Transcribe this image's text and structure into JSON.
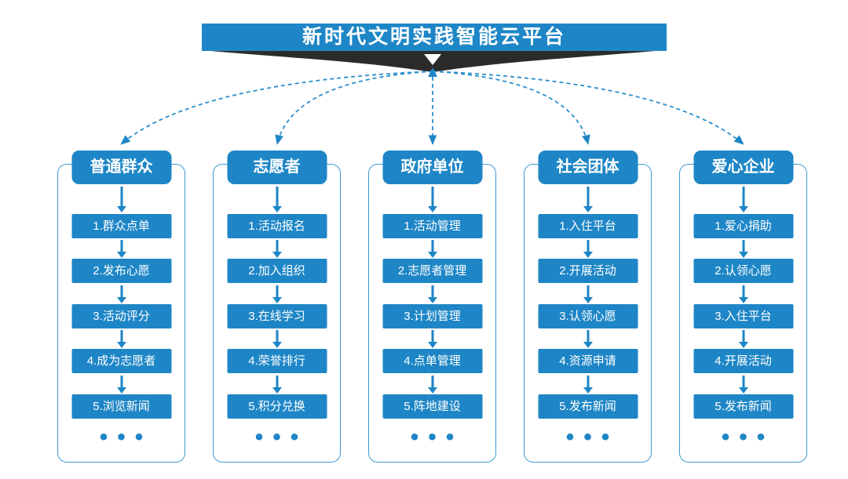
{
  "title": "新时代文明实践智能云平台",
  "ellipsis": "•••",
  "colors": {
    "primary": "#1e86c6",
    "dashed_line": "#2a8ecd",
    "outline_border": "#3d9ad2",
    "funnel_dark": "#2b2b2b",
    "background": "#ffffff",
    "text_on_blue": "#ffffff"
  },
  "columns": [
    {
      "header": "普通群众",
      "items": [
        "1.群众点单",
        "2.发布心愿",
        "3.活动评分",
        "4.成为志愿者",
        "5.浏览新闻"
      ]
    },
    {
      "header": "志愿者",
      "items": [
        "1.活动报名",
        "2.加入组织",
        "3.在线学习",
        "4.荣誉排行",
        "5.积分兑换"
      ]
    },
    {
      "header": "政府单位",
      "items": [
        "1.活动管理",
        "2.志愿者管理",
        "3.计划管理",
        "4.点单管理",
        "5.阵地建设"
      ]
    },
    {
      "header": "社会团体",
      "items": [
        "1.入住平台",
        "2.开展活动",
        "3.认领心愿",
        "4.资源申请",
        "5.发布新闻"
      ]
    },
    {
      "header": "爱心企业",
      "items": [
        "1.爱心捐助",
        "2.认领心愿",
        "3.入住平台",
        "4.开展活动",
        "5.发布新闻"
      ]
    }
  ]
}
